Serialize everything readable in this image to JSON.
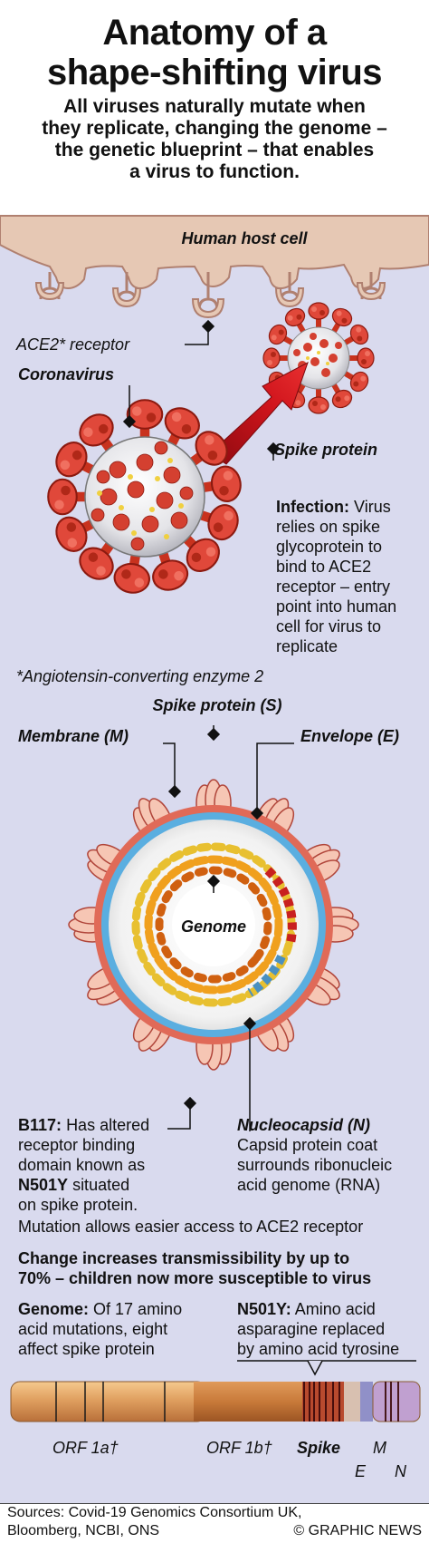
{
  "header": {
    "title_line1": "Anatomy of a",
    "title_line2": "shape-shifting virus",
    "subtitle_lines": [
      "All viruses naturally mutate when",
      "they replicate, changing the genome –",
      "the genetic blueprint – that enables",
      "a virus to function."
    ]
  },
  "infection": {
    "host_cell_label": "Human host cell",
    "ace2_label": "ACE2* receptor",
    "coronavirus_label": "Coronavirus",
    "spike_label": "Spike protein",
    "desc_title": "Infection:",
    "desc_lines": [
      "Virus",
      "relies on spike",
      "glycoprotein to",
      "bind to ACE2",
      "receptor – entry",
      "point into human",
      "cell for virus to",
      "replicate"
    ],
    "footnote": "*Angiotensin-converting enzyme 2"
  },
  "structure": {
    "spike_label": "Spike protein (S)",
    "membrane_label": "Membrane (M)",
    "envelope_label": "Envelope (E)",
    "genome_label": "Genome",
    "b117_title": "B117:",
    "b117_lines": [
      "Has altered",
      "receptor binding",
      "domain known as"
    ],
    "b117_n501y": "N501Y",
    "b117_situated": "situated",
    "b117_last": "on spike protein.",
    "nucleocapsid_title": "Nucleocapsid (N)",
    "nucleocapsid_lines": [
      "Capsid protein coat",
      "surrounds ribonucleic",
      "acid genome (RNA)"
    ],
    "mutation_line": "Mutation allows easier access to ACE2 receptor"
  },
  "transmission": {
    "line1": "Change increases transmissibility by up to",
    "line2": "70% – children now more susceptible to virus"
  },
  "genome": {
    "title": "Genome:",
    "line1_rest": "Of 17 amino",
    "line2": "acid mutations, eight",
    "line3": "affect spike protein",
    "n501y_title": "N501Y:",
    "n501y_line1_rest": "Amino acid",
    "n501y_line2": "asparagine replaced",
    "n501y_line3": "by amino acid tyrosine",
    "bar_labels": {
      "orf1a": "ORF 1a†",
      "orf1b": "ORF 1b†",
      "spike": "Spike",
      "m": "M",
      "e": "E",
      "n": "N"
    }
  },
  "footer": {
    "sources_line1": "Sources: Covid-19 Genomics Consortium UK,",
    "sources_line2": "Bloomberg, NCBI, ONS",
    "credit": "© GRAPHIC NEWS"
  },
  "colors": {
    "panel": "#d9daee",
    "host_cell": "#e6c8b4",
    "virus_red": "#c8321e",
    "arrow_red": "#c0141c",
    "envelope_blue": "#5aaee0",
    "genome_orange": "#f0a01e",
    "genome_bar": "#d8883a"
  }
}
